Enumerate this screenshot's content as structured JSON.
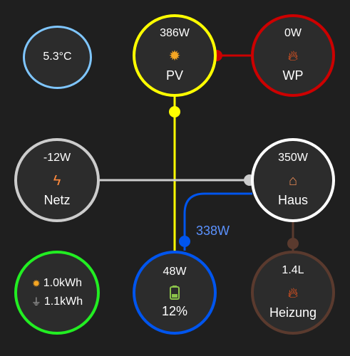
{
  "colors": {
    "background": "#1f1f1f",
    "node_fill": "#2c2c2c",
    "temperature": "#7fc6ff",
    "pv": "#ffff00",
    "heatpump": "#cc0000",
    "grid": "#cccccc",
    "house": "#ffffff",
    "battery": "#0055ee",
    "energy": "#22ee22",
    "heating": "#5a3a2e",
    "battery_flow_label": "#5b92ff"
  },
  "temperature": {
    "value": "5.3°C"
  },
  "pv": {
    "power": "386W",
    "icon": "sun-icon",
    "label": "PV"
  },
  "heatpump": {
    "power": "0W",
    "icon": "flame-icon",
    "label": "WP"
  },
  "grid": {
    "power": "-12W",
    "icon": "lightning-icon",
    "label": "Netz"
  },
  "house": {
    "power": "350W",
    "icon": "house-icon",
    "label": "Haus"
  },
  "battery": {
    "power": "48W",
    "icon": "battery-icon",
    "soc": "12%"
  },
  "battery_flow": {
    "value": "338W"
  },
  "energy": {
    "produced": {
      "icon": "solar-icon",
      "value": "1.0kWh"
    },
    "consumed": {
      "icon": "plug-icon",
      "value": "1.1kWh"
    }
  },
  "heating": {
    "value": "1.4L",
    "icon": "flame-icon",
    "label": "Heizung"
  }
}
